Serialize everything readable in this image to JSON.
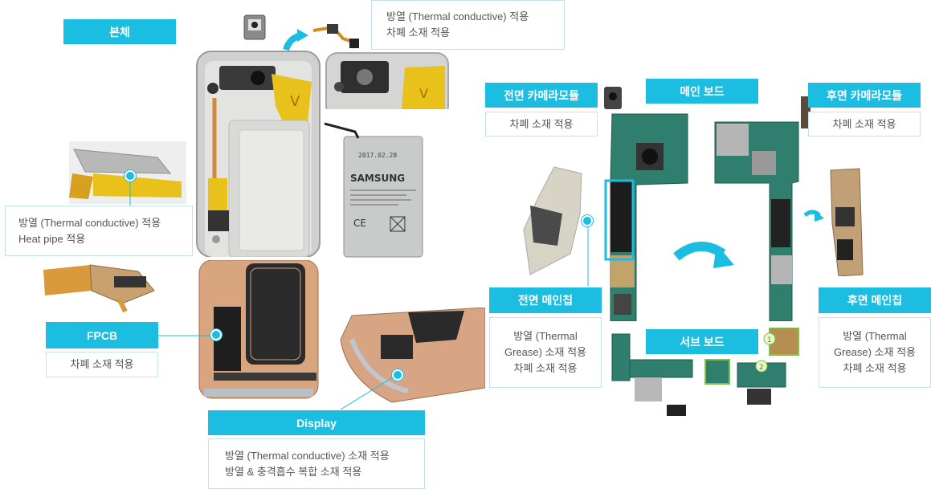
{
  "left": {
    "body_label": "본체",
    "top_callout": {
      "line1": "방열 (Thermal conductive) 적용",
      "line2": "차폐 소재 적용"
    },
    "heatpipe_callout": {
      "line1": "방열 (Thermal conductive) 적용",
      "line2": "Heat pipe 적용"
    },
    "fpcb_label": "FPCB",
    "fpcb_callout": "차폐 소재 적용",
    "display_label": "Display",
    "display_callout": {
      "line1": "방열 (Thermal conductive) 소재 적용",
      "line2": "방열 & 충격흡수 복합 소재 적용"
    },
    "battery": {
      "brand": "SAMSUNG",
      "date": "2017.02.28"
    }
  },
  "right": {
    "front_camera_label": "전면 카메라모듈",
    "front_camera_callout": "차폐 소재 적용",
    "mainboard_label": "메인 보드",
    "rear_camera_label": "후면 카메라모듈",
    "rear_camera_callout": "차폐 소재 적용",
    "front_chip_label": "전면 메인칩",
    "front_chip_callout": {
      "line1": "방열 (Thermal",
      "line2": "Grease) 소재 적용",
      "line3": "차폐 소재 적용"
    },
    "subboard_label": "서브 보드",
    "rear_chip_label": "후면 메인칩",
    "rear_chip_callout": {
      "line1": "방열 (Thermal",
      "line2": "Grease) 소재 적용",
      "line3": "차폐 소재 적용"
    },
    "marker_1": "1",
    "marker_2": "2"
  },
  "colors": {
    "accent": "#1bbde0",
    "border": "#c4e2ea",
    "text": "#555555"
  }
}
